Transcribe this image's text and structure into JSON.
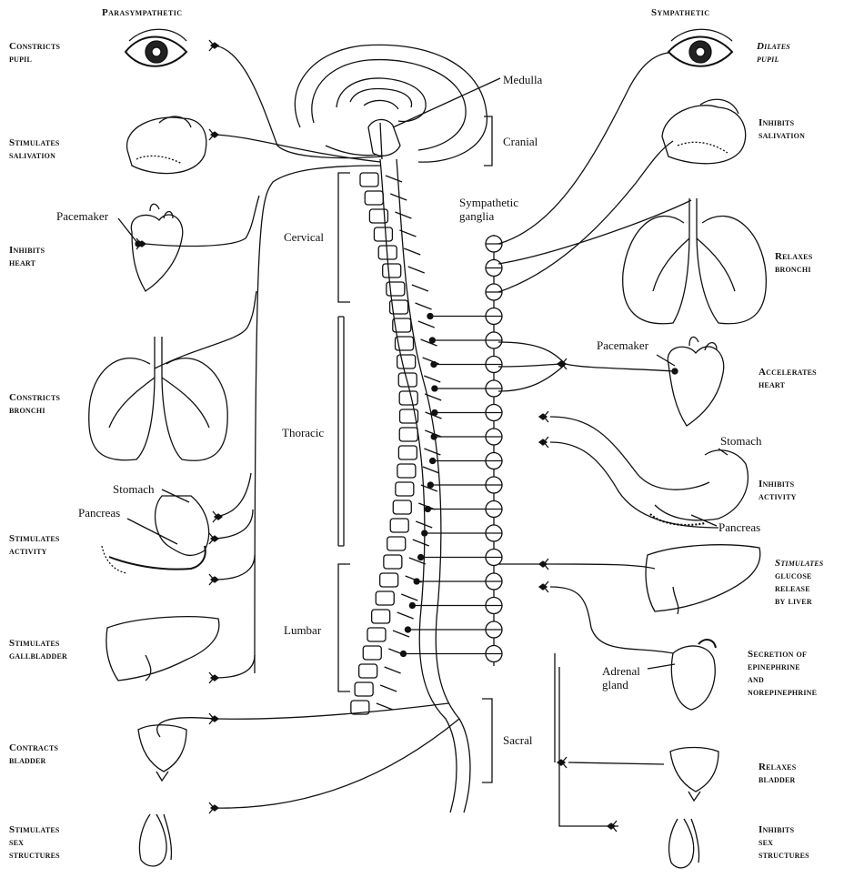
{
  "headers": {
    "left": "Parasympathetic",
    "right": "Sympathetic"
  },
  "regions": {
    "cranial": "Cranial",
    "cervical": "Cervical",
    "thoracic": "Thoracic",
    "lumbar": "Lumbar",
    "sacral": "Sacral"
  },
  "labels": {
    "medulla": "Medulla",
    "sympathetic_ganglia": [
      "Sympathetic",
      "ganglia"
    ],
    "pacemaker_left": "Pacemaker",
    "pacemaker_right": "Pacemaker",
    "stomach_left": "Stomach",
    "pancreas_left": "Pancreas",
    "stomach_right": "Stomach",
    "pancreas_right": "Pancreas",
    "adrenal_gland": [
      "Adrenal",
      "gland"
    ]
  },
  "parasympathetic_effects": [
    [
      "Constricts",
      "pupil"
    ],
    [
      "Stimulates",
      "salivation"
    ],
    [
      "Inhibits",
      "heart"
    ],
    [
      "Constricts",
      "bronchi"
    ],
    [
      "Stimulates",
      "activity"
    ],
    [
      "Stimulates",
      "gallbladder"
    ],
    [
      "Contracts",
      "bladder"
    ],
    [
      "Stimulates",
      "sex",
      "structures"
    ]
  ],
  "sympathetic_effects": [
    [
      "Dilates",
      "pupil"
    ],
    [
      "Inhibits",
      "salivation"
    ],
    [
      "Relaxes",
      "bronchi"
    ],
    [
      "Accelerates",
      "heart"
    ],
    [
      "Inhibits",
      "activity"
    ],
    [
      "Stimulates",
      "glucose",
      "release",
      "by liver"
    ],
    [
      "Secretion of",
      "epinephrine",
      "and",
      "norepinephrine"
    ],
    [
      "Relaxes",
      "bladder"
    ],
    [
      "Inhibits",
      "sex",
      "structures"
    ]
  ]
}
